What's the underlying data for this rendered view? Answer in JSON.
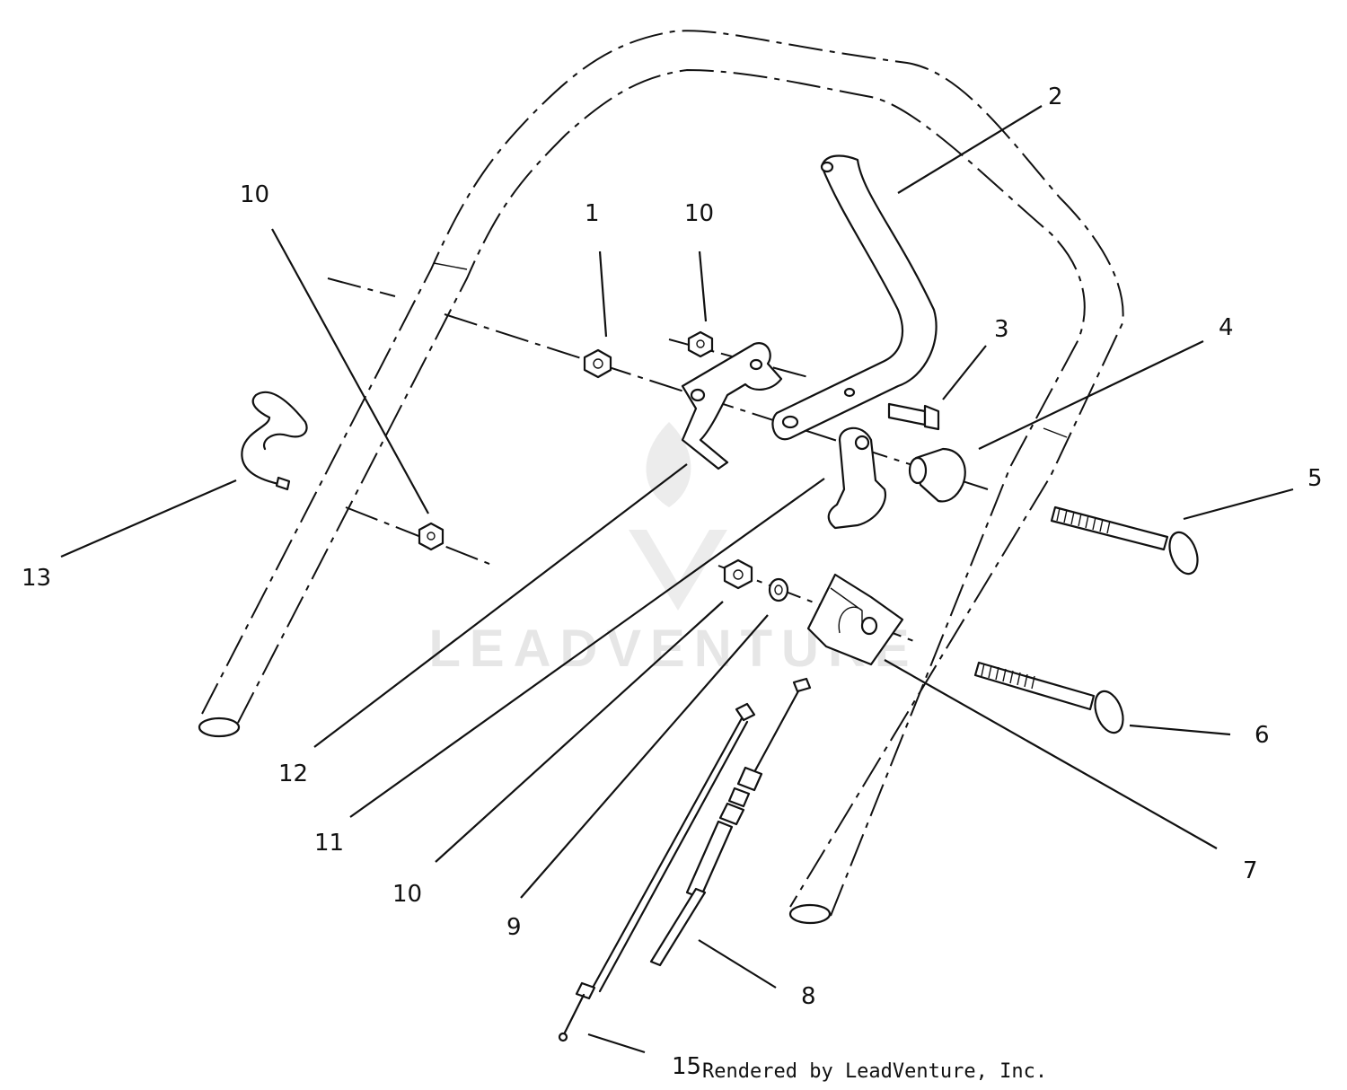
{
  "callouts": {
    "c1": "1",
    "c2": "2",
    "c3": "3",
    "c4": "4",
    "c5": "5",
    "c6": "6",
    "c7": "7",
    "c8": "8",
    "c9": "9",
    "c10a": "10",
    "c10b": "10",
    "c10c": "10",
    "c11": "11",
    "c12": "12",
    "c13": "13",
    "c15": "15"
  },
  "credit": "Rendered by LeadVenture, Inc.",
  "watermark": "LEADVENTURE",
  "colors": {
    "ink": "#111111",
    "watermark": "#e6e6e6",
    "background": "#ffffff"
  }
}
